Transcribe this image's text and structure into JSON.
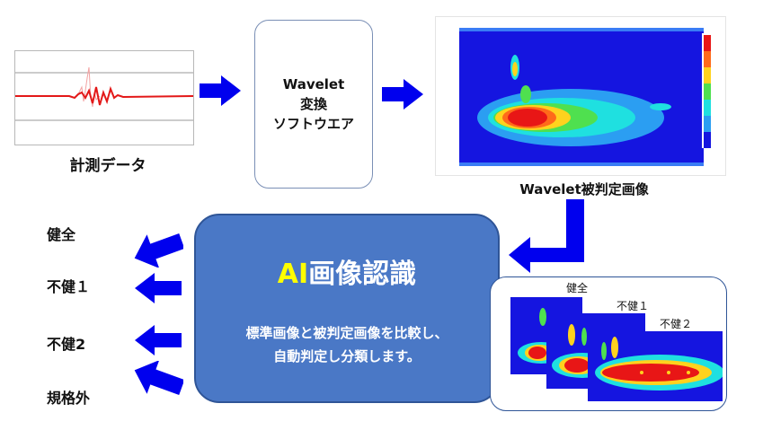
{
  "measurement": {
    "label": "計測データ"
  },
  "software": {
    "line1": "Wavelet",
    "line2": "変換",
    "line3": "ソフトウエア"
  },
  "wavelet_image": {
    "label": "Wavelet被判定画像"
  },
  "ai_box": {
    "title_ai": "AI",
    "title_rest": "画像認識",
    "desc_line1": "標準画像と被判定画像を比較し、",
    "desc_line2": "自動判定し分類します。"
  },
  "comparison": {
    "labels": [
      "健全",
      "不健１",
      "不健２"
    ]
  },
  "results": [
    "健全",
    "不健１",
    "不健2",
    "規格外"
  ],
  "colors": {
    "arrow": "#0000ee",
    "ai_box": "#4a78c6",
    "ai_text": "#ffff00",
    "border": "#2f5597"
  }
}
